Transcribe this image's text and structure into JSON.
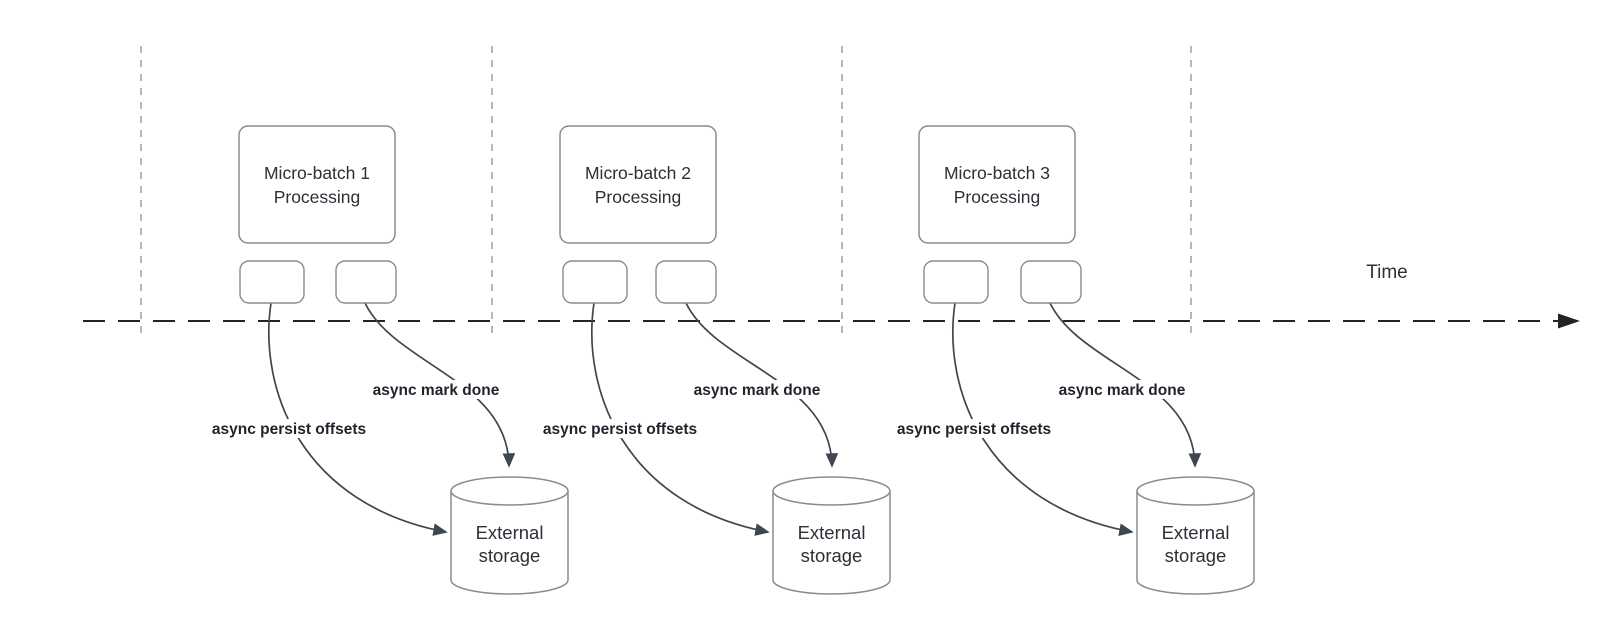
{
  "diagram": {
    "time_axis": {
      "label": "Time"
    },
    "groups": [
      {
        "box_line1": "Micro-batch 1",
        "box_line2": "Processing",
        "persist_arrow_label": "async persist offsets",
        "mark_arrow_label": "async mark done",
        "storage_line1": "External",
        "storage_line2": "storage"
      },
      {
        "box_line1": "Micro-batch 2",
        "box_line2": "Processing",
        "persist_arrow_label": "async persist offsets",
        "mark_arrow_label": "async mark done",
        "storage_line1": "External",
        "storage_line2": "storage"
      },
      {
        "box_line1": "Micro-batch 3",
        "box_line2": "Processing",
        "persist_arrow_label": "async persist offsets",
        "mark_arrow_label": "async mark done",
        "storage_line1": "External",
        "storage_line2": "storage"
      }
    ],
    "colors": {
      "background": "#ffffff",
      "shape_stroke": "#888c92",
      "shape_fill": "#ffffff",
      "shape_text": "#2b3138",
      "arrow": "#3f4650",
      "arrow_label_text": "#1f232b",
      "timeline": "#202327",
      "divider": "#b5b8bb"
    }
  }
}
